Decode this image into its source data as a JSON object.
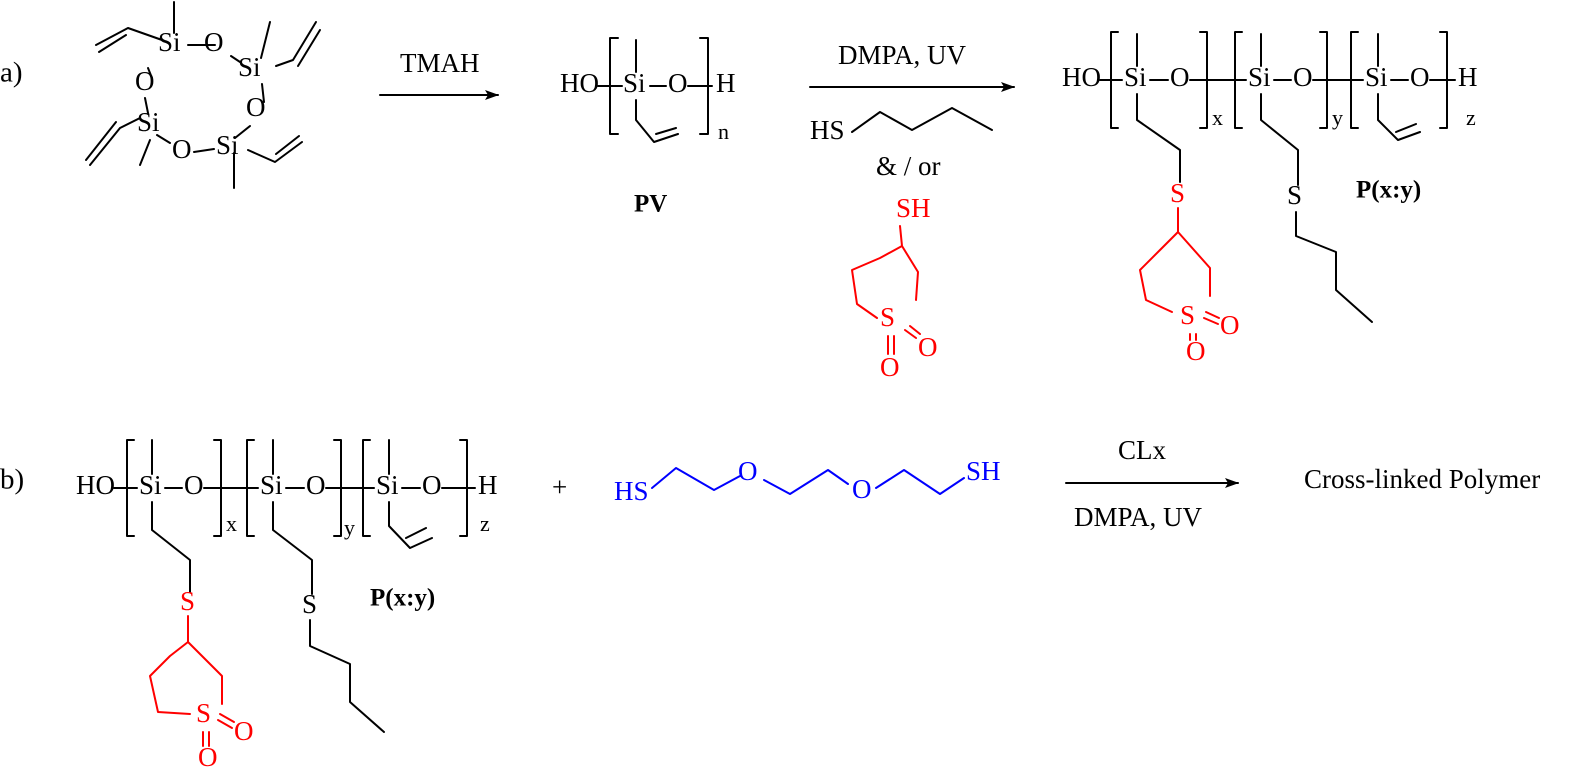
{
  "colors": {
    "black": "#000000",
    "red": "#ff0000",
    "blue": "#0000ff",
    "background": "#ffffff"
  },
  "panel_a": {
    "label": "a)",
    "atoms": {
      "si": "Si",
      "o": "O",
      "s": "S",
      "sh": "SH",
      "hs": "HS",
      "ho": "HO",
      "h": "H"
    },
    "step1": {
      "reagent": "TMAH"
    },
    "pv": {
      "repeat_subscript": "n",
      "name": "PV"
    },
    "step2": {
      "reagent_top": "DMPA, UV",
      "connector": "& / or"
    },
    "product": {
      "name": "P(x:y)",
      "subscripts": {
        "x": "x",
        "y": "y",
        "z": "z"
      }
    }
  },
  "panel_b": {
    "label": "b)",
    "atoms": {
      "si": "Si",
      "o": "O",
      "s": "S",
      "sh": "SH",
      "hs": "HS",
      "ho": "HO",
      "h": "H"
    },
    "polymer": {
      "name": "P(x:y)",
      "subscripts": {
        "x": "x",
        "y": "y",
        "z": "z"
      }
    },
    "plus": "+",
    "crosslinker": {
      "hs": "HS",
      "o1": "O",
      "o2": "O",
      "sh": "SH"
    },
    "arrow": {
      "reagent_top": "CLx",
      "reagent_bottom": "DMPA, UV"
    },
    "result": "Cross-linked Polymer"
  }
}
